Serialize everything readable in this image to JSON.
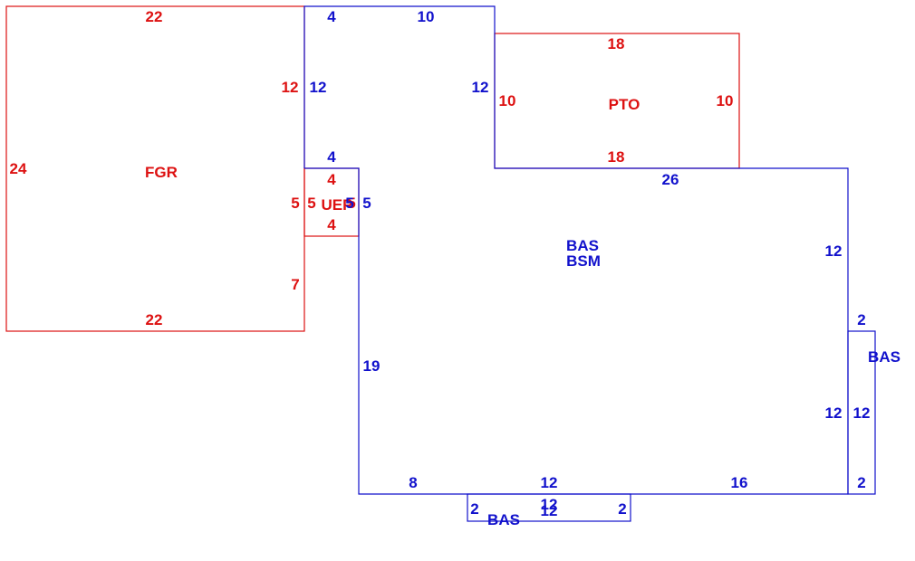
{
  "colors": {
    "red": "#dd1111",
    "blue": "#1111cc"
  },
  "areas": {
    "fgr": "FGR",
    "pto": "PTO",
    "uep": "UEP",
    "bas_main": "BAS",
    "bsm": "BSM",
    "bas_right": "BAS",
    "bas_bottom": "BAS"
  },
  "dims": {
    "fgr_top": "22",
    "fgr_left": "24",
    "fgr_bottom": "22",
    "fgr_right_upper": "12",
    "fgr_right_mid": "5",
    "fgr_right_lower": "7",
    "pto_top": "18",
    "pto_bottom": "18",
    "pto_left": "10",
    "pto_right": "10",
    "uep_top": "4",
    "uep_bottom": "4",
    "uep_left": "5",
    "uep_right": "5",
    "bas_top_small": "4",
    "bas_top_long": "10",
    "bas_left_upper": "12",
    "bas_notch_right": "12",
    "bas_step": "4",
    "bas_step_left": "5",
    "bas_step_right": "5",
    "bas_left_lower": "19",
    "bas_top_right": "26",
    "bas_right_upper": "12",
    "bas_right_lower": "12",
    "bas_bottom_left": "8",
    "bas_bottom_mid": "12",
    "bas_bottom_right": "16",
    "br_top": "2",
    "br_bottom": "2",
    "br_right": "12",
    "bb_left": "2",
    "bb_right": "2",
    "bb_top": "12",
    "bb_bottom": "12"
  }
}
